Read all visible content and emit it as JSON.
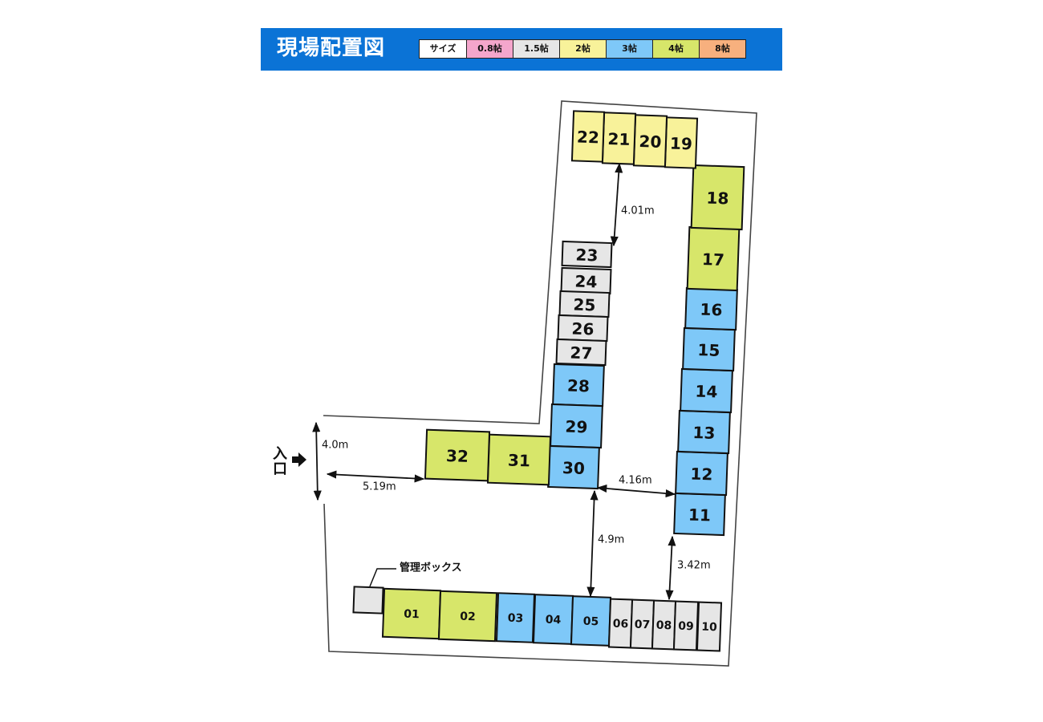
{
  "header": {
    "title": "現場配置図",
    "legend": [
      {
        "label": "サイズ",
        "color": "#ffffff"
      },
      {
        "label": "0.8帖",
        "color": "#f4a6cc"
      },
      {
        "label": "1.5帖",
        "color": "#e6e6e6"
      },
      {
        "label": "2帖",
        "color": "#f8f29a"
      },
      {
        "label": "3帖",
        "color": "#7ec8f8"
      },
      {
        "label": "4帖",
        "color": "#d7e66a"
      },
      {
        "label": "8帖",
        "color": "#f7b07e"
      }
    ]
  },
  "colors": {
    "header_bg": "#0b73d6",
    "size_1_5": "#e6e6e6",
    "size_2": "#f8f29a",
    "size_3": "#7ec8f8",
    "size_4": "#d7e66a"
  },
  "units": [
    {
      "id": "01",
      "size": "4帖"
    },
    {
      "id": "02",
      "size": "4帖"
    },
    {
      "id": "03",
      "size": "3帖"
    },
    {
      "id": "04",
      "size": "3帖"
    },
    {
      "id": "05",
      "size": "3帖"
    },
    {
      "id": "06",
      "size": "1.5帖"
    },
    {
      "id": "07",
      "size": "1.5帖"
    },
    {
      "id": "08",
      "size": "1.5帖"
    },
    {
      "id": "09",
      "size": "1.5帖"
    },
    {
      "id": "10",
      "size": "1.5帖"
    },
    {
      "id": "11",
      "size": "3帖"
    },
    {
      "id": "12",
      "size": "3帖"
    },
    {
      "id": "13",
      "size": "3帖"
    },
    {
      "id": "14",
      "size": "3帖"
    },
    {
      "id": "15",
      "size": "3帖"
    },
    {
      "id": "16",
      "size": "3帖"
    },
    {
      "id": "17",
      "size": "4帖"
    },
    {
      "id": "18",
      "size": "4帖"
    },
    {
      "id": "19",
      "size": "2帖"
    },
    {
      "id": "20",
      "size": "2帖"
    },
    {
      "id": "21",
      "size": "2帖"
    },
    {
      "id": "22",
      "size": "2帖"
    },
    {
      "id": "23",
      "size": "1.5帖"
    },
    {
      "id": "24",
      "size": "1.5帖"
    },
    {
      "id": "25",
      "size": "1.5帖"
    },
    {
      "id": "26",
      "size": "1.5帖"
    },
    {
      "id": "27",
      "size": "1.5帖"
    },
    {
      "id": "28",
      "size": "3帖"
    },
    {
      "id": "29",
      "size": "3帖"
    },
    {
      "id": "30",
      "size": "3帖"
    },
    {
      "id": "31",
      "size": "4帖"
    },
    {
      "id": "32",
      "size": "4帖"
    }
  ],
  "labels": {
    "entrance": "入口",
    "management_box": "管理ボックス"
  },
  "dimensions": {
    "entrance_width": "4.0m",
    "entrance_to_block": "5.19m",
    "upper_aisle": "4.01m",
    "middle_aisle": "4.16m",
    "lower_aisle_left": "4.9m",
    "lower_aisle_right": "3.42m"
  }
}
